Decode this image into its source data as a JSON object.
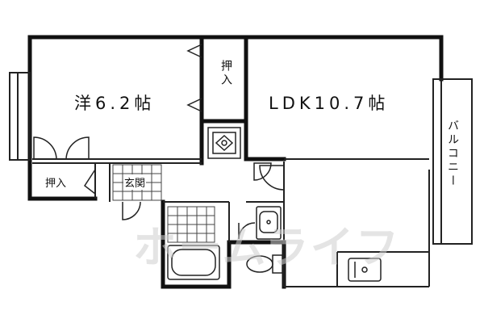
{
  "rooms": {
    "western_room": "洋6.2帖",
    "ldk": "LDK10.7帖",
    "closet_top": "押入",
    "closet_left": "押入",
    "entrance": "玄関",
    "balcony": "バルコニー"
  },
  "watermark": "ホームライフ",
  "colors": {
    "wall": "#111111",
    "line": "#222222",
    "watermark": "#cfcfcf"
  }
}
